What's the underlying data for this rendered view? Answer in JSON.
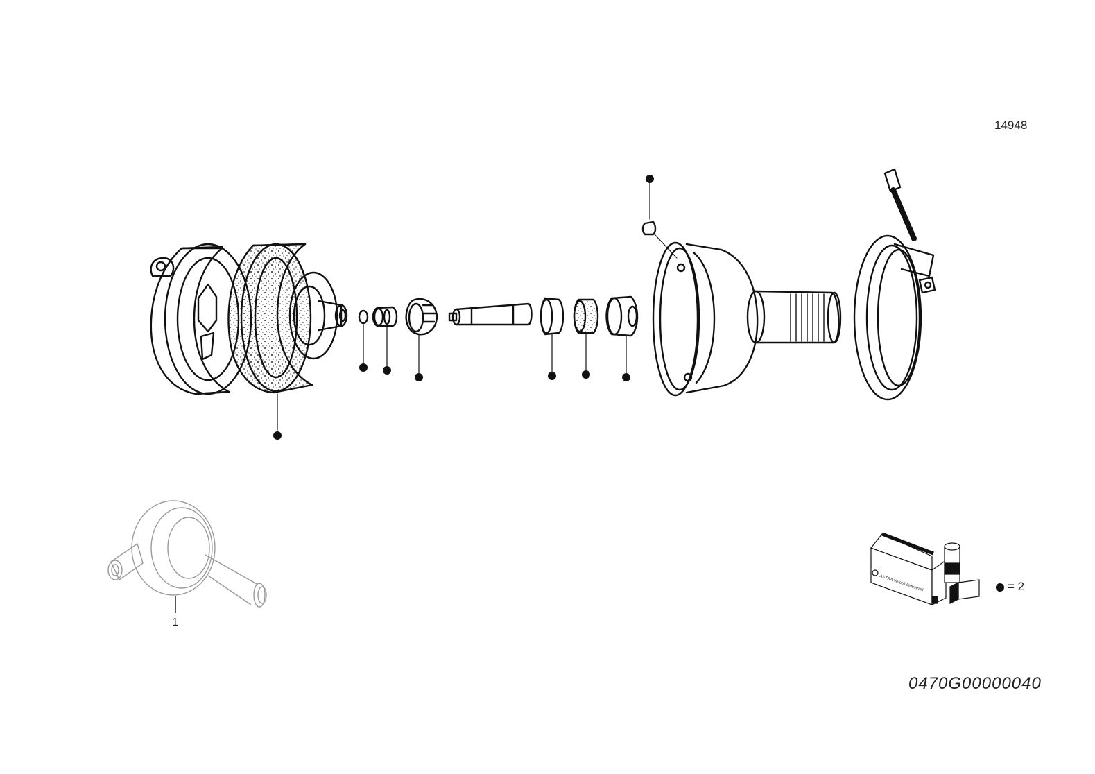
{
  "figure_number": "14948",
  "item_label": "1",
  "kit_quantity": "= 2",
  "drawing_code": "0470G00000040",
  "kit_brand_text": "ASTRA Veicoli Industriali",
  "colors": {
    "line": "#111111",
    "background": "#ffffff",
    "assembly_line": "#9a9a9a"
  },
  "icons": [
    "exploded-brake-chamber",
    "assembled-brake-chamber",
    "service-kit-box-icon"
  ]
}
